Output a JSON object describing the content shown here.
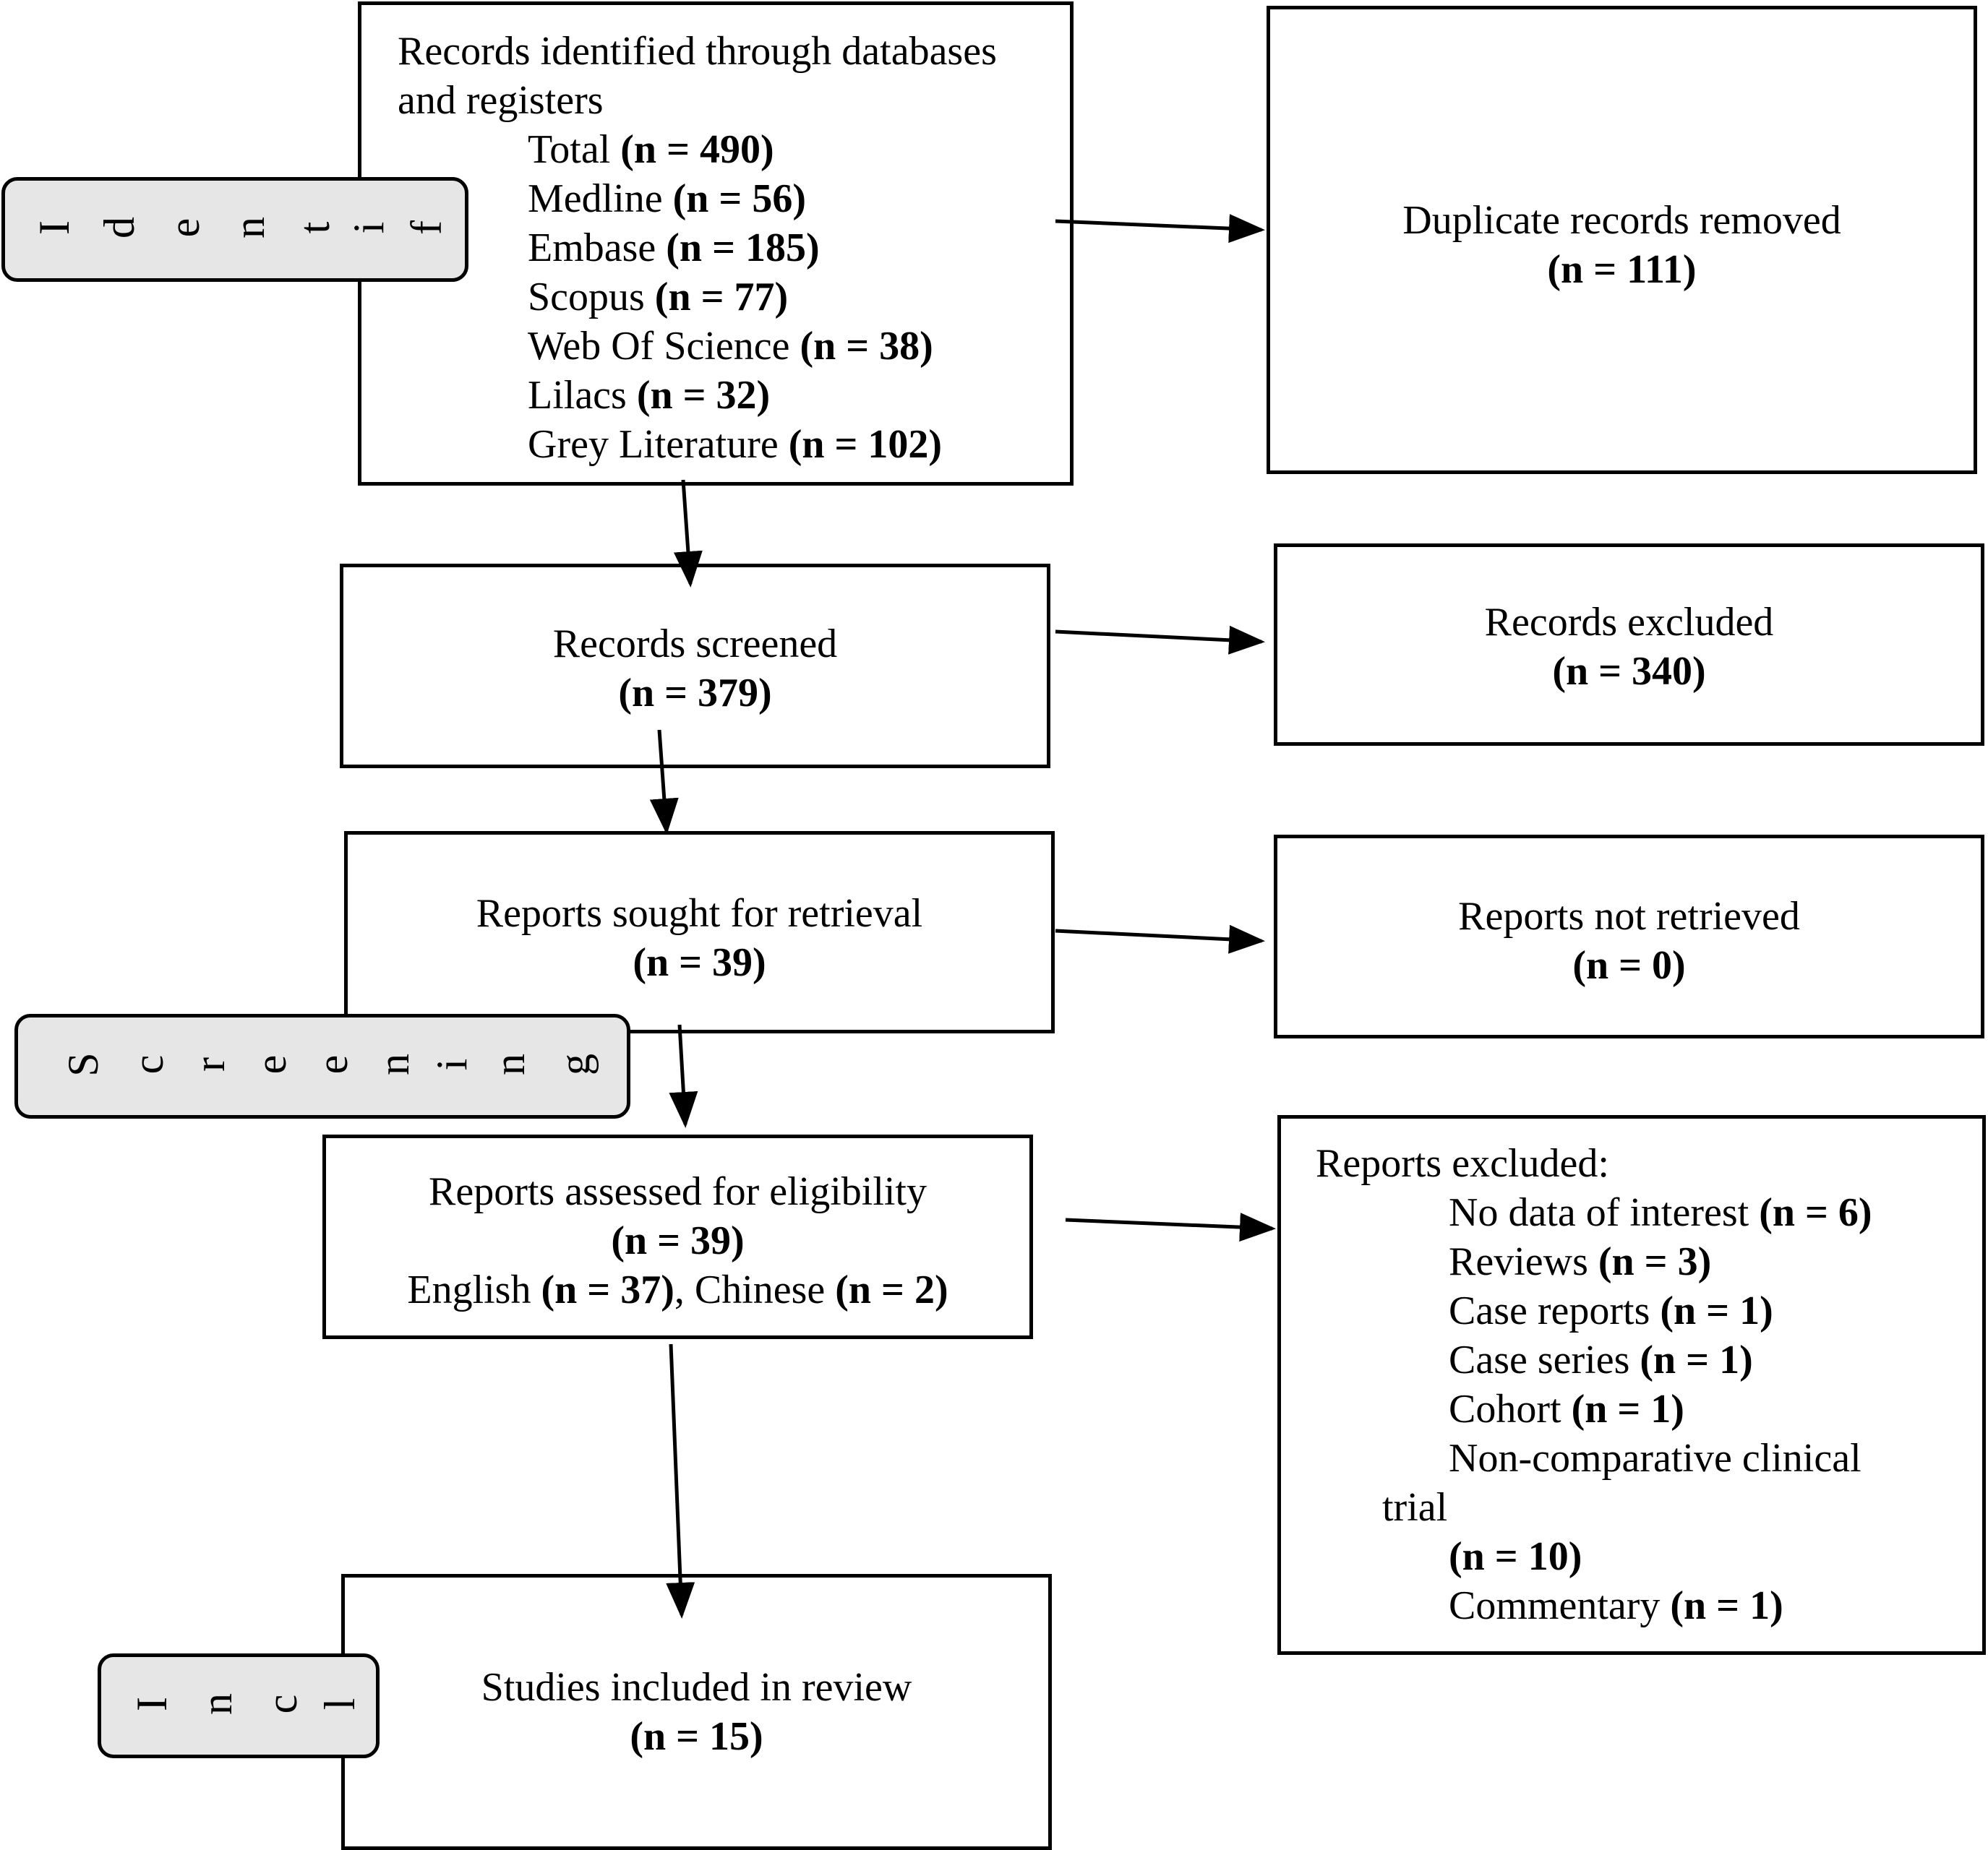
{
  "identification_box": {
    "heading_line1": "Records identified through databases",
    "heading_line2": "and registers",
    "sources": [
      {
        "name": "Total",
        "count": "(n = 490)"
      },
      {
        "name": "Medline",
        "count": "(n = 56)"
      },
      {
        "name": "Embase",
        "count": "(n = 185)"
      },
      {
        "name": "Scopus",
        "count": "(n = 77)"
      },
      {
        "name": "Web Of Science",
        "count": "(n = 38)"
      },
      {
        "name": "Lilacs",
        "count": "(n = 32)"
      },
      {
        "name": "Grey Literature",
        "count": "(n = 102)"
      }
    ]
  },
  "duplicates_box": {
    "label": "Duplicate records removed",
    "count": "(n = 111)"
  },
  "screened_box": {
    "label": "Records screened",
    "count": "(n = 379)"
  },
  "excluded_box": {
    "label": "Records excluded",
    "count": "(n = 340)"
  },
  "retrieval_box": {
    "label": "Reports sought for retrieval",
    "count": "(n = 39)"
  },
  "not_retrieved_box": {
    "label": "Reports not retrieved",
    "count": "(n = 0)"
  },
  "eligibility_box": {
    "label": "Reports assessed for eligibility",
    "count": "(n = 39)",
    "lang1": "English ",
    "lang1_count": "(n = 37)",
    "sep": ", Chinese ",
    "lang2_count": "(n = 2)"
  },
  "reports_excluded_box": {
    "heading": "Reports excluded:",
    "reasons": [
      {
        "name": "No data of interest",
        "count": "(n = 6)"
      },
      {
        "name": "Reviews",
        "count": "(n = 3)"
      },
      {
        "name": "Case reports",
        "count": "(n = 1)"
      },
      {
        "name": "Case series",
        "count": "(n = 1)"
      },
      {
        "name": "Cohort",
        "count": "(n = 1)"
      }
    ],
    "trial_line1": "Non-comparative clinical",
    "trial_line2": "trial",
    "trial_count": "(n = 10)",
    "commentary": "Commentary",
    "commentary_count": "(n = 1)"
  },
  "included_box": {
    "label": "Studies included in review",
    "count": "(n = 15)"
  },
  "phase_labels": {
    "identification": [
      "I",
      "d",
      "e",
      "n",
      "t",
      "i",
      "f"
    ],
    "screening": [
      "S",
      "c",
      "r",
      "e",
      "e",
      "n",
      "i",
      "n",
      "g"
    ],
    "included": [
      "I",
      "n",
      "c",
      "l"
    ]
  }
}
